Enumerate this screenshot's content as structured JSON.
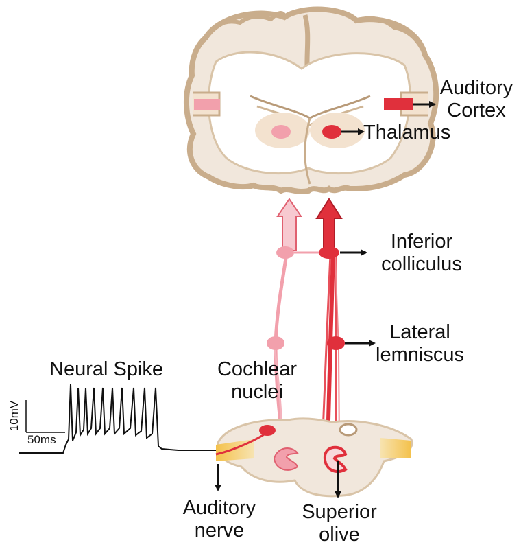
{
  "labels": {
    "auditory_cortex": [
      "Auditory",
      "Cortex"
    ],
    "thalamus": "Thalamus",
    "inferior_colliculus": [
      "Inferior",
      "colliculus"
    ],
    "lateral_lemniscus": [
      "Lateral",
      "lemniscus"
    ],
    "neural_spike": "Neural Spike",
    "cochlear_nuclei": [
      "Cochlear",
      "nuclei"
    ],
    "auditory_nerve": [
      "Auditory",
      "nerve"
    ],
    "superior_olive": [
      "Superior",
      "olive"
    ]
  },
  "scale_bar": {
    "voltage": "10mV",
    "time": "50ms"
  },
  "colors": {
    "brain_fill": "#f1e7dc",
    "brain_outline": "#c9ad8c",
    "pathway_dark": "#e0303c",
    "pathway_light": "#f2a0ac",
    "nerve": "#f2b33a",
    "text": "#111111"
  }
}
